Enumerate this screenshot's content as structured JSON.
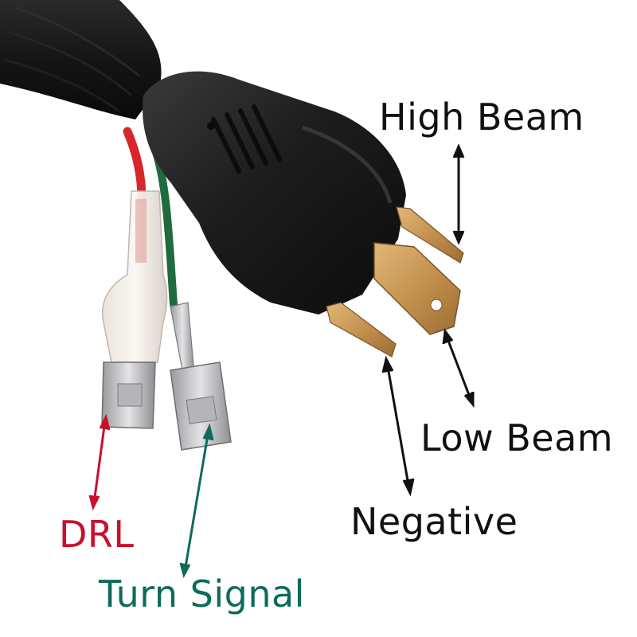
{
  "labels": {
    "high_beam": "High Beam",
    "low_beam": "Low Beam",
    "negative": "Negative",
    "drl": "DRL",
    "turn_signal": "Turn Signal"
  },
  "colors": {
    "background": "#ffffff",
    "label_black": "#111111",
    "drl_red": "#c8102e",
    "turn_signal_teal": "#0e6b5c",
    "cable_black": "#1a1a1a",
    "brass_pin": "#c89a55",
    "red_wire": "#d7262c",
    "green_wire": "#1f6b3e",
    "silver_terminal": "#c9c9cc"
  },
  "icons": {
    "arrow": "double-headed-arrow",
    "plug": "h4-plug-connector"
  }
}
